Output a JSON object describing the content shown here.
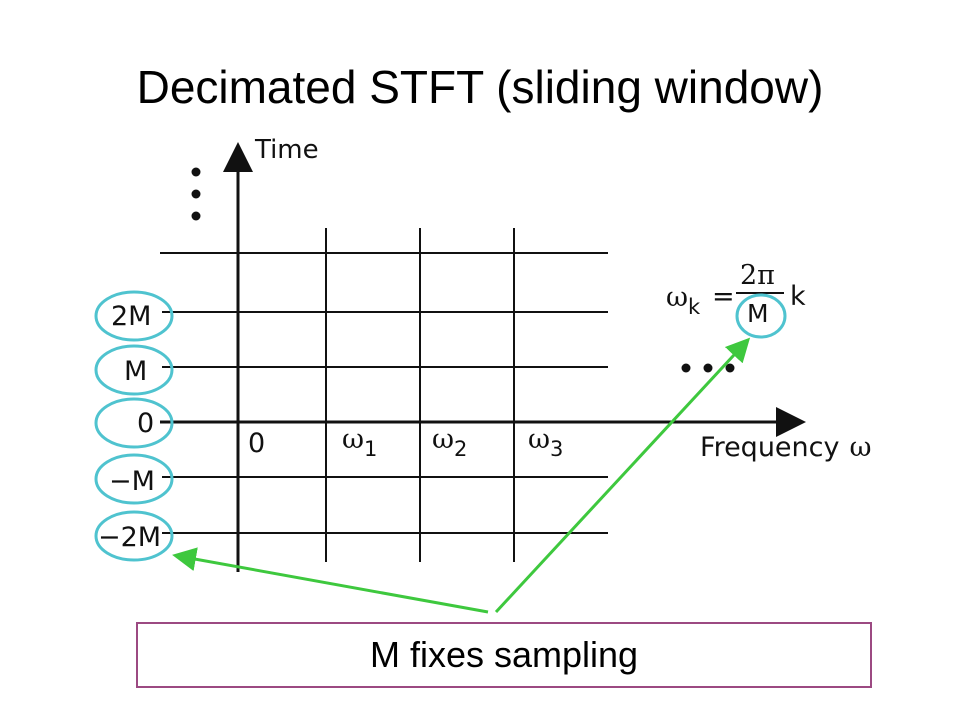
{
  "title": "Decimated STFT (sliding window)",
  "axes": {
    "y_label": "Time",
    "x_label": "Frequency",
    "x_symbol": "ω"
  },
  "time_labels": [
    "2M",
    "M",
    "0",
    "−M",
    "−2M"
  ],
  "frequency_labels": [
    {
      "base": "0",
      "sub": ""
    },
    {
      "base": "ω",
      "sub": "1"
    },
    {
      "base": "ω",
      "sub": "2"
    },
    {
      "base": "ω",
      "sub": "3"
    }
  ],
  "formula": {
    "lhs_base": "ω",
    "lhs_sub": "k",
    "equals": "=",
    "numerator": "2π",
    "denominator": "M",
    "rhs": "k"
  },
  "caption": "M fixes sampling",
  "colors": {
    "highlight_circle": "#4fc3cf",
    "arrow": "#3ec83e",
    "caption_border": "#9c4a82"
  }
}
